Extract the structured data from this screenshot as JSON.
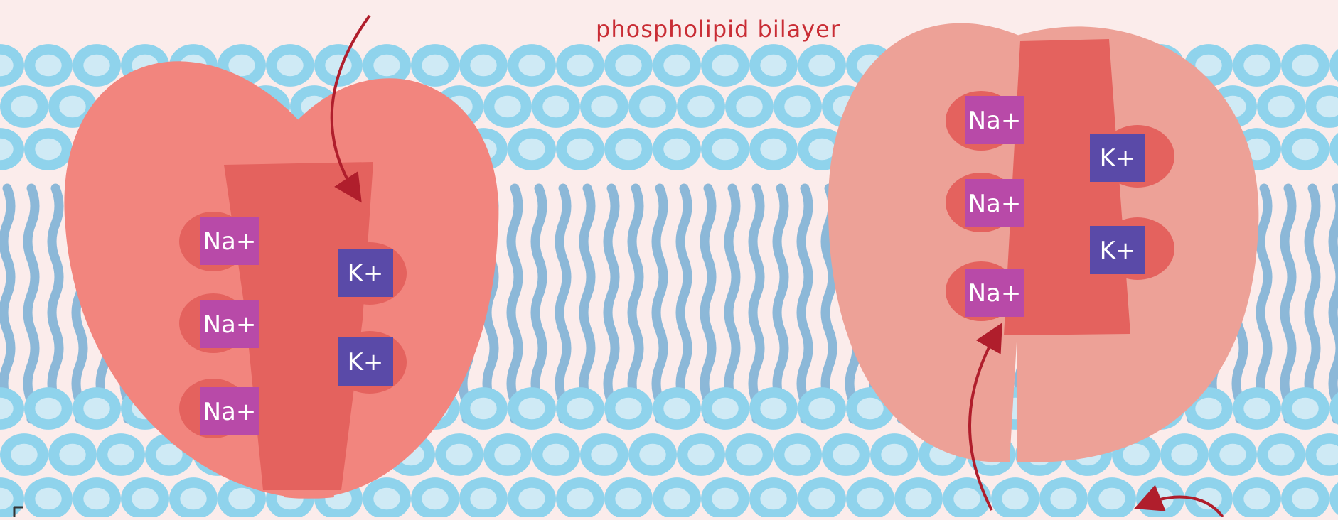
{
  "diagram": {
    "membrane_label": "phospholipid bilayer",
    "pump_left": {
      "na_ions": [
        "Na+",
        "Na+",
        "Na+"
      ],
      "k_ions": [
        "K+",
        "K+"
      ]
    },
    "pump_right": {
      "na_ions": [
        "Na+",
        "Na+",
        "Na+"
      ],
      "k_ions": [
        "K+",
        "K+"
      ]
    }
  },
  "colors": {
    "background": "#fbeceb",
    "head": "#8fd3ec",
    "head_inner": "#cfeaf5",
    "tail": "#7fb2d6",
    "protein_left_lobe": "#f2857e",
    "protein_right_lobe": "#eda197",
    "channel": "#e4625e",
    "na_box": "#b84aa8",
    "k_box": "#5a4aa8",
    "arrow": "#b01e2c",
    "label": "#c92d35"
  }
}
